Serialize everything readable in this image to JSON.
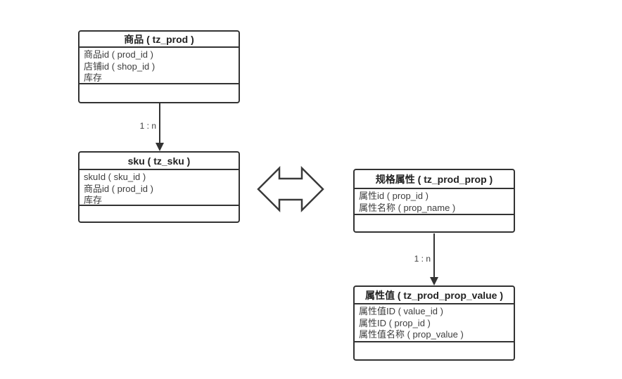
{
  "diagram": {
    "tables": [
      {
        "name": "tz_prod",
        "title": "商品 ( tz_prod )",
        "fields": [
          "商品id ( prod_id )",
          "店铺id ( shop_id )",
          "库存"
        ]
      },
      {
        "name": "tz_sku",
        "title": "sku ( tz_sku )",
        "fields": [
          "skuId ( sku_id )",
          "商品id ( prod_id )",
          "库存"
        ]
      },
      {
        "name": "tz_prod_prop",
        "title": "规格属性 ( tz_prod_prop )",
        "fields": [
          "属性id ( prop_id )",
          "属性名称 ( prop_name )"
        ]
      },
      {
        "name": "tz_prod_prop_value",
        "title": "属性值 ( tz_prod_prop_value )",
        "fields": [
          "属性值ID ( value_id )",
          "属性ID ( prop_id )",
          "属性值名称 ( prop_value )"
        ]
      }
    ],
    "connectors": [
      {
        "from": "tz_prod",
        "to": "tz_sku",
        "label": "1 : n"
      },
      {
        "from": "tz_prod_prop",
        "to": "tz_prod_prop_value",
        "label": "1 : n"
      }
    ],
    "colors": {
      "border": "#333333",
      "title_text": "#222222",
      "field_text": "#3d3d3d",
      "background": "#ffffff"
    }
  }
}
